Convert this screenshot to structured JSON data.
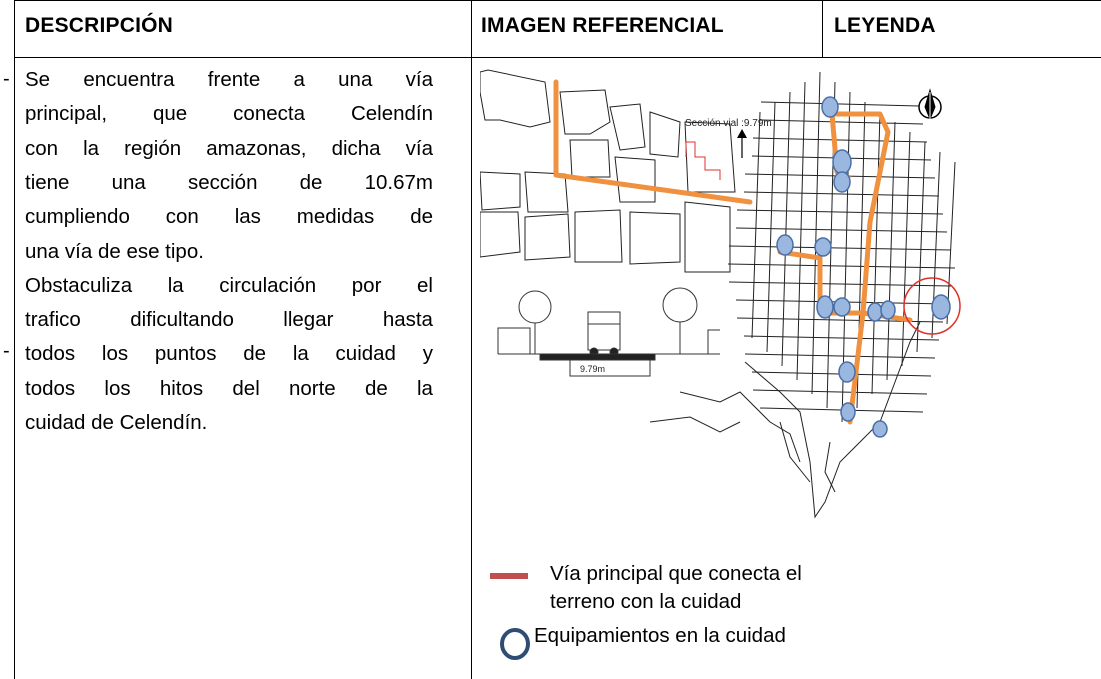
{
  "header": {
    "col1": "DESCRIPCIÓN",
    "col2": "IMAGEN REFERENCIAL",
    "col3": "LEYENDA"
  },
  "description": {
    "lines": [
      [
        "Se",
        "encuentra",
        "frente",
        "a",
        "una",
        "vía"
      ],
      [
        "principal,",
        "que",
        "conecta",
        "Celendín"
      ],
      [
        "con",
        "la",
        "región",
        "amazonas,",
        "dicha",
        "vía"
      ],
      [
        "tiene",
        "una",
        "sección",
        "de",
        "10.67m"
      ],
      [
        "cumpliendo",
        "con",
        "las",
        "medidas",
        "de"
      ],
      [
        "una vía de ese  tipo."
      ],
      [
        "Obstaculiza",
        "la",
        "circulación",
        "por",
        "el"
      ],
      [
        "trafico",
        "dificultando",
        "llegar",
        "hasta"
      ],
      [
        "todos",
        "los",
        "puntos",
        "de",
        "la",
        "cuidad",
        "y"
      ],
      [
        "todos",
        "los",
        "hitos",
        "del",
        "norte",
        "de",
        "la"
      ],
      [
        "cuidad  de  Celendín."
      ]
    ]
  },
  "map": {
    "section_label": "Sección vial :9.79m",
    "road_width_label": "9.79m",
    "road_color": "#f0913f",
    "equipment_color": "#9ab7e0",
    "highlight_color": "#e0302a",
    "plot_color": "#e0302a"
  },
  "legend": {
    "road_text_line1": "Vía principal que conecta el",
    "road_text_line2": "terreno con la cuidad",
    "road_swatch_color": "#c0504d",
    "equipment_text": "Equipamientos  en  la cuidad",
    "equipment_stroke": "#2f4c74",
    "equipment_fill": "#ffffff"
  }
}
